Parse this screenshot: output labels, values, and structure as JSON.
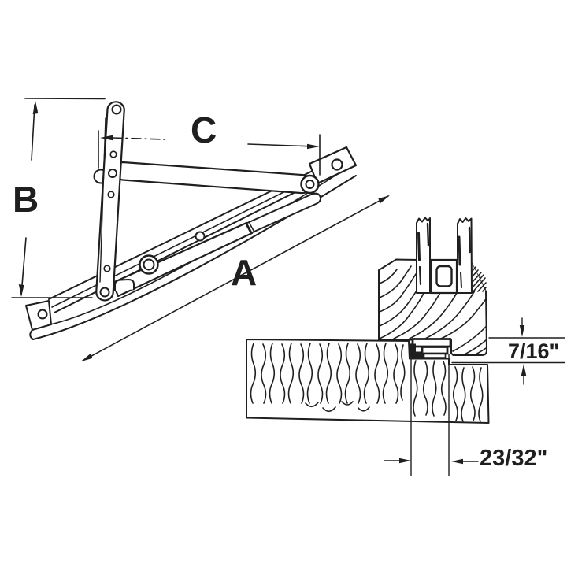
{
  "diagram": {
    "hinge_view": {
      "label_a": "A",
      "label_b": "B",
      "label_c": "C"
    },
    "section_view": {
      "vertical_clearance": "7/16\"",
      "groove_width": "23/32\""
    },
    "colors": {
      "ink": "#1f1f1f",
      "background": "#ffffff"
    }
  }
}
